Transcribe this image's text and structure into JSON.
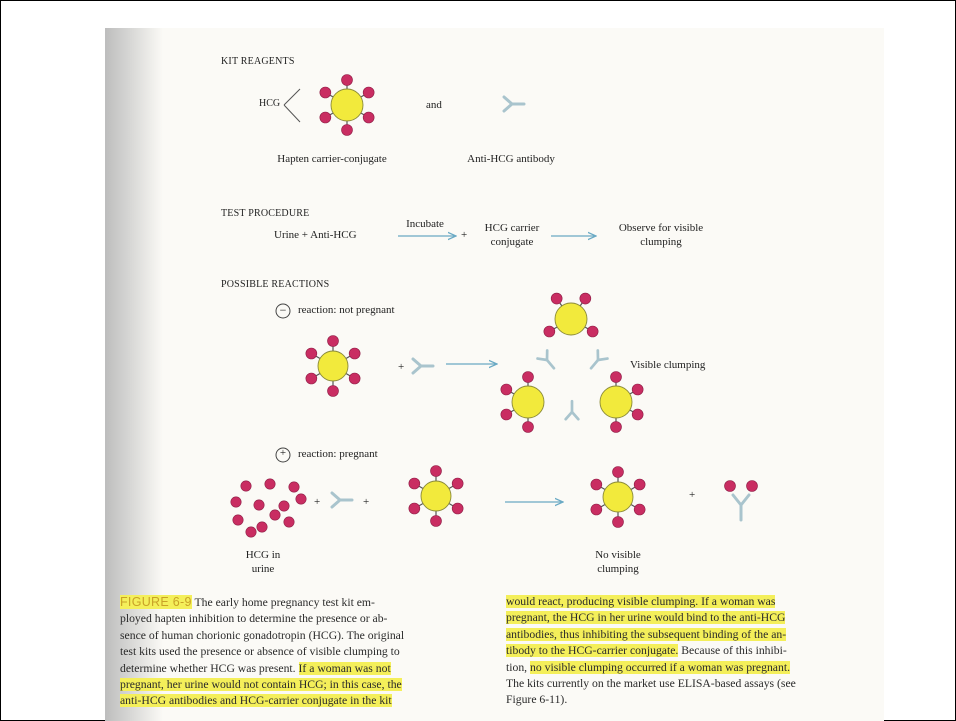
{
  "sections": {
    "kit_reagents": "KIT REAGENTS",
    "test_procedure": "TEST PROCEDURE",
    "possible_reactions": "POSSIBLE REACTIONS"
  },
  "kit": {
    "hcg_label": "HCG",
    "and_label": "and",
    "conjugate_label": "Hapten carrier-conjugate",
    "antibody_label": "Anti-HCG antibody"
  },
  "procedure": {
    "reagents": "Urine  +  Anti-HCG",
    "incubate": "Incubate",
    "plus": "+",
    "carrier_line1": "HCG carrier",
    "carrier_line2": "conjugate",
    "observe_line1": "Observe for visible",
    "observe_line2": "clumping"
  },
  "reactions": {
    "negative_sign": "−",
    "negative_label": "reaction: not pregnant",
    "visible_clumping": "Visible clumping",
    "positive_sign": "+",
    "positive_label": "reaction: pregnant",
    "hcg_urine_line1": "HCG in",
    "hcg_urine_line2": "urine",
    "no_clumping_line1": "No visible",
    "no_clumping_line2": "clumping",
    "plus": "+"
  },
  "caption": {
    "figure_label": "FIGURE 6-9",
    "left_lines": [
      " The early home pregnancy test kit em-",
      "ployed hapten inhibition to determine the presence or ab-",
      "sence of human chorionic gonadotropin (HCG). The original",
      "test kits used the presence or absence of visible clumping to",
      "determine whether HCG was present. ",
      "If a woman was not",
      "pregnant, her urine would not contain HCG; in this case, the",
      "anti-HCG antibodies and HCG-carrier conjugate in the kit"
    ],
    "right_lines": [
      "would react, producing visible clumping. If a woman was",
      "pregnant, the HCG in her urine would bind to the anti-HCG",
      "antibodies, thus inhibiting the subsequent binding of the an-",
      "tibody to the HCG-carrier conjugate.",
      " Because of this inhibi-",
      "tion, ",
      "no visible clumping occurred if a woman was pregnant.",
      "The kits currently on the market use ELISA-based assays (see",
      "Figure 6-11)."
    ]
  },
  "colors": {
    "carrier_yellow": "#f2ea3c",
    "hcg_magenta": "#c92d62",
    "antibody_gray": "#a9c4cd",
    "arrow_blue": "#69a9c4",
    "highlight": "#f4ef5a"
  }
}
